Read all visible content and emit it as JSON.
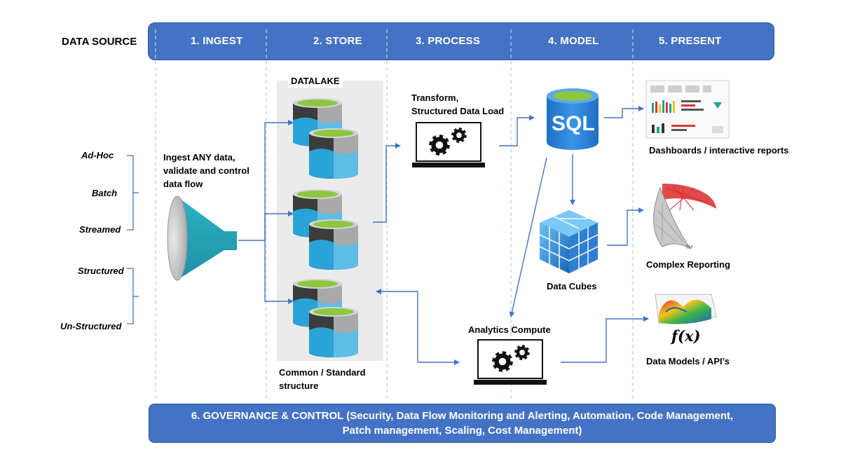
{
  "header": {
    "data_source": "DATA SOURCE",
    "stages": [
      "1. INGEST",
      "2. STORE",
      "3. PROCESS",
      "4. MODEL",
      "5. PRESENT"
    ]
  },
  "sources": {
    "group1": [
      "Ad-Hoc",
      "Batch",
      "Streamed"
    ],
    "group2": [
      "Structured",
      "Un-Structured"
    ]
  },
  "ingest": {
    "text": [
      "Ingest ANY data,",
      "validate and control",
      "data flow"
    ]
  },
  "store": {
    "datalake": "DATALAKE",
    "caption": [
      "Common / Standard",
      "structure"
    ]
  },
  "process": {
    "transform": [
      "Transform,",
      "Structured Data Load"
    ],
    "analytics": "Analytics Compute"
  },
  "model": {
    "sql": "SQL",
    "cubes": "Data Cubes"
  },
  "present": {
    "dashboards": "Dashboards / interactive reports",
    "reporting": "Complex Reporting",
    "models": "Data Models / API’s",
    "fx": "f(x)",
    "tm": "TM"
  },
  "governance": {
    "line1": "6. GOVERNANCE & CONTROL (Security, Data Flow Monitoring and Alerting, Automation, Code Management,",
    "line2": "Patch management, Scaling, Cost Management)"
  },
  "colors": {
    "header_blue": "#4472C4",
    "arrow_blue": "#4472C4",
    "teal": "#31A9C1",
    "green": "#8DC63F",
    "dark": "#3C3C3C"
  }
}
